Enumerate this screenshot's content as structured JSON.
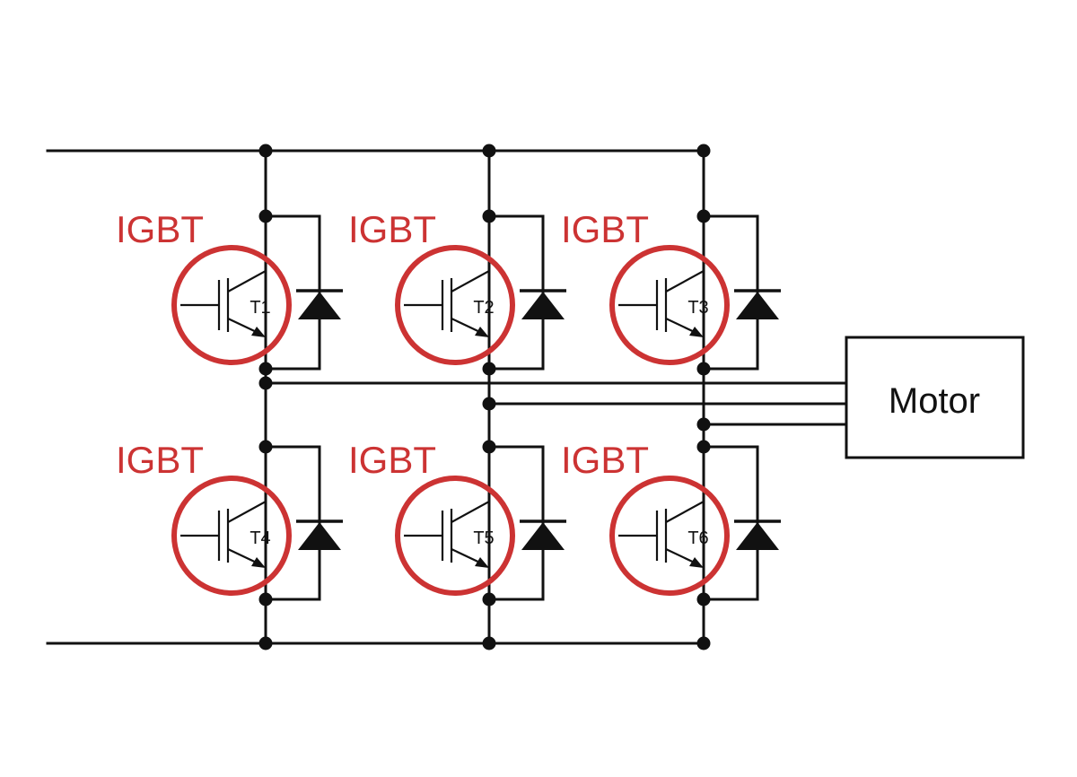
{
  "colors": {
    "accent": "#cc3333",
    "line": "#111111",
    "background": "#ffffff"
  },
  "transistors": [
    {
      "type_label": "IGBT",
      "id_label": "T1"
    },
    {
      "type_label": "IGBT",
      "id_label": "T2"
    },
    {
      "type_label": "IGBT",
      "id_label": "T3"
    },
    {
      "type_label": "IGBT",
      "id_label": "T4"
    },
    {
      "type_label": "IGBT",
      "id_label": "T5"
    },
    {
      "type_label": "IGBT",
      "id_label": "T6"
    }
  ],
  "motor": {
    "label": "Motor"
  },
  "icons": {
    "transistor": "igbt-transistor-icon",
    "diode": "freewheeling-diode-icon",
    "junction": "junction-dot-icon"
  }
}
